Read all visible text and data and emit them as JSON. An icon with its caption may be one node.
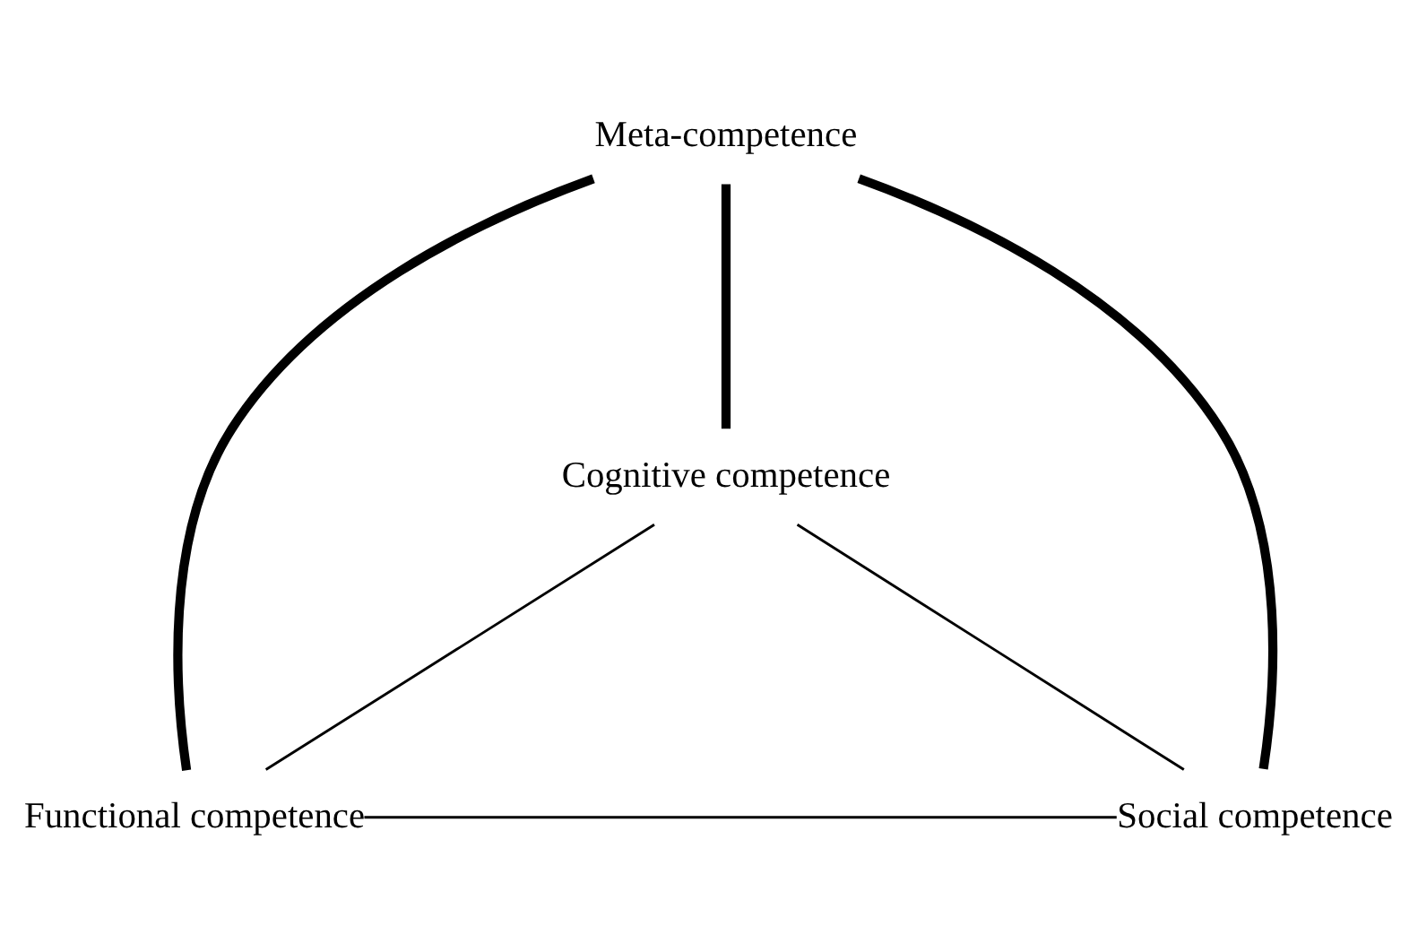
{
  "diagram": {
    "nodes": [
      {
        "text": [
          "Cognitive competence"
        ]
      },
      {
        "text": [
          "Meta-competence"
        ]
      },
      {
        "text": [
          "Functional competence"
        ]
      },
      {
        "text": [
          "Social competence"
        ]
      }
    ],
    "edges": [
      {
        "from": 0,
        "to": 2,
        "arrow": "none"
      },
      {
        "from": 0,
        "to": 3,
        "arrow": "none"
      },
      {
        "from": 2,
        "to": 3,
        "arrow": "none"
      },
      {
        "from": 1,
        "to": 0,
        "arrow": "none",
        "style": "thick"
      },
      {
        "from": 1,
        "to": 2,
        "arrow": "none",
        "style": "thick"
      },
      {
        "from": 1,
        "to": 3,
        "arrow": "none",
        "style": "thick"
      }
    ]
  }
}
